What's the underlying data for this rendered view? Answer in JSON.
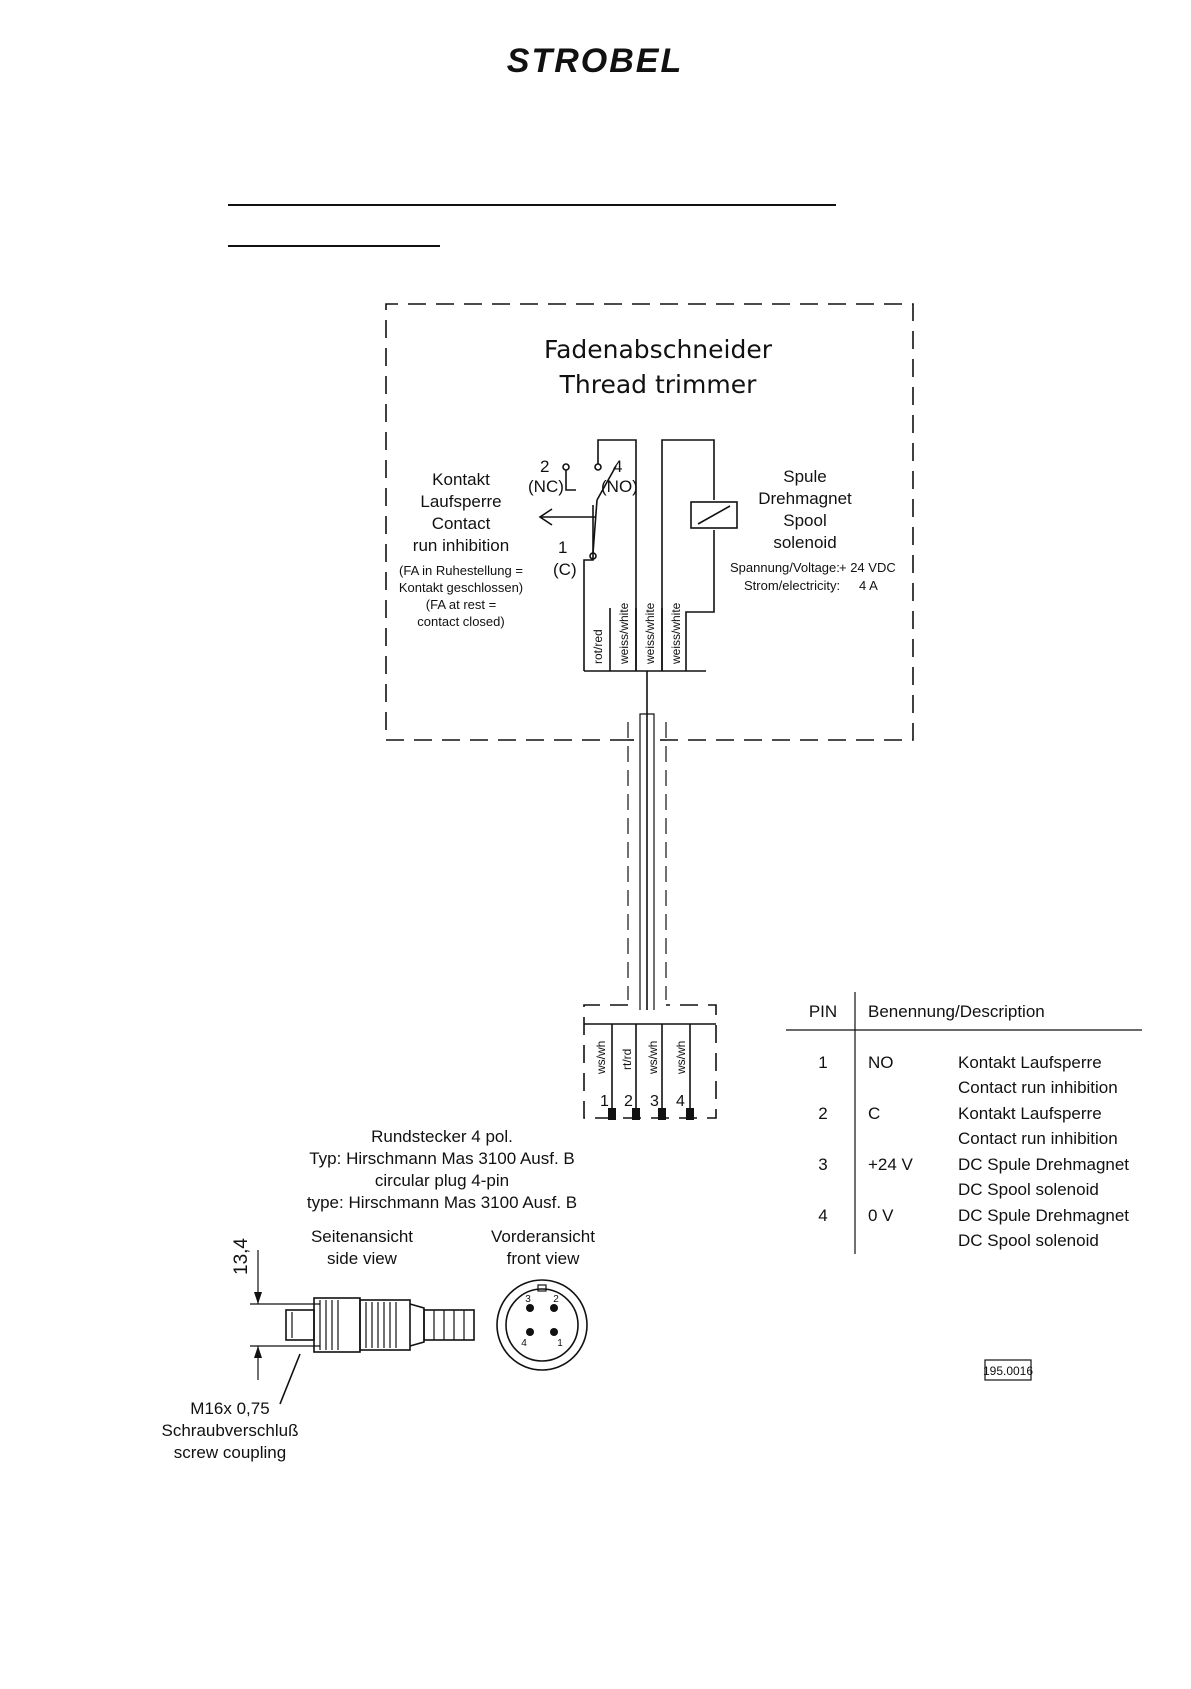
{
  "logo": "STROBEL",
  "diagram": {
    "title_de": "Fadenabschneider",
    "title_en": "Thread trimmer",
    "switch": {
      "pin2": "2",
      "nc": "(NC)",
      "pin4": "4",
      "no": "(NO)",
      "pin1": "1",
      "c": "(C)"
    },
    "contact_label": [
      "Kontakt",
      "Laufsperre",
      "Contact",
      "run inhibition"
    ],
    "contact_note": [
      "(FA in Ruhestellung =",
      "Kontakt geschlossen)",
      "(FA at rest =",
      "contact closed)"
    ],
    "spool_label": [
      "Spule",
      "Drehmagnet",
      "Spool",
      "solenoid"
    ],
    "voltage_label": "Spannung/Voltage:",
    "voltage_value": "+ 24 VDC",
    "current_label": "Strom/electricity:",
    "current_value": "4 A",
    "wires_top": [
      "rot/red",
      "weiss/white",
      "weiss/white",
      "weiss/white"
    ],
    "wires_plug": [
      "ws/wh",
      "rt/rd",
      "ws/wh",
      "ws/wh"
    ],
    "plug_pins": [
      "1",
      "2",
      "3",
      "4"
    ],
    "plug_caption": [
      "Rundstecker 4 pol.",
      "Typ: Hirschmann Mas 3100 Ausf. B",
      "circular plug 4-pin",
      "type: Hirschmann Mas 3100 Ausf. B"
    ],
    "side_view": [
      "Seitenansicht",
      "side view"
    ],
    "front_view": [
      "Vorderansicht",
      "front view"
    ],
    "dimension": "13,4",
    "coupling": [
      "M16x 0,75",
      "Schraubverschluß",
      "screw coupling"
    ],
    "front_pins": [
      "3",
      "2",
      "4",
      "1"
    ],
    "drawing_no": "195.0016"
  },
  "pin_table": {
    "header_pin": "PIN",
    "header_desc": "Benennung/Description",
    "rows": [
      {
        "pin": "1",
        "code": "NO",
        "desc1": "Kontakt Laufsperre",
        "desc2": "Contact run inhibition"
      },
      {
        "pin": "2",
        "code": "C",
        "desc1": "Kontakt Laufsperre",
        "desc2": "Contact run inhibition"
      },
      {
        "pin": "3",
        "code": "+24 V",
        "desc1": "DC Spule Drehmagnet",
        "desc2": "DC Spool solenoid"
      },
      {
        "pin": "4",
        "code": "0 V",
        "desc1": "DC Spule Drehmagnet",
        "desc2": "DC Spool solenoid"
      }
    ]
  }
}
